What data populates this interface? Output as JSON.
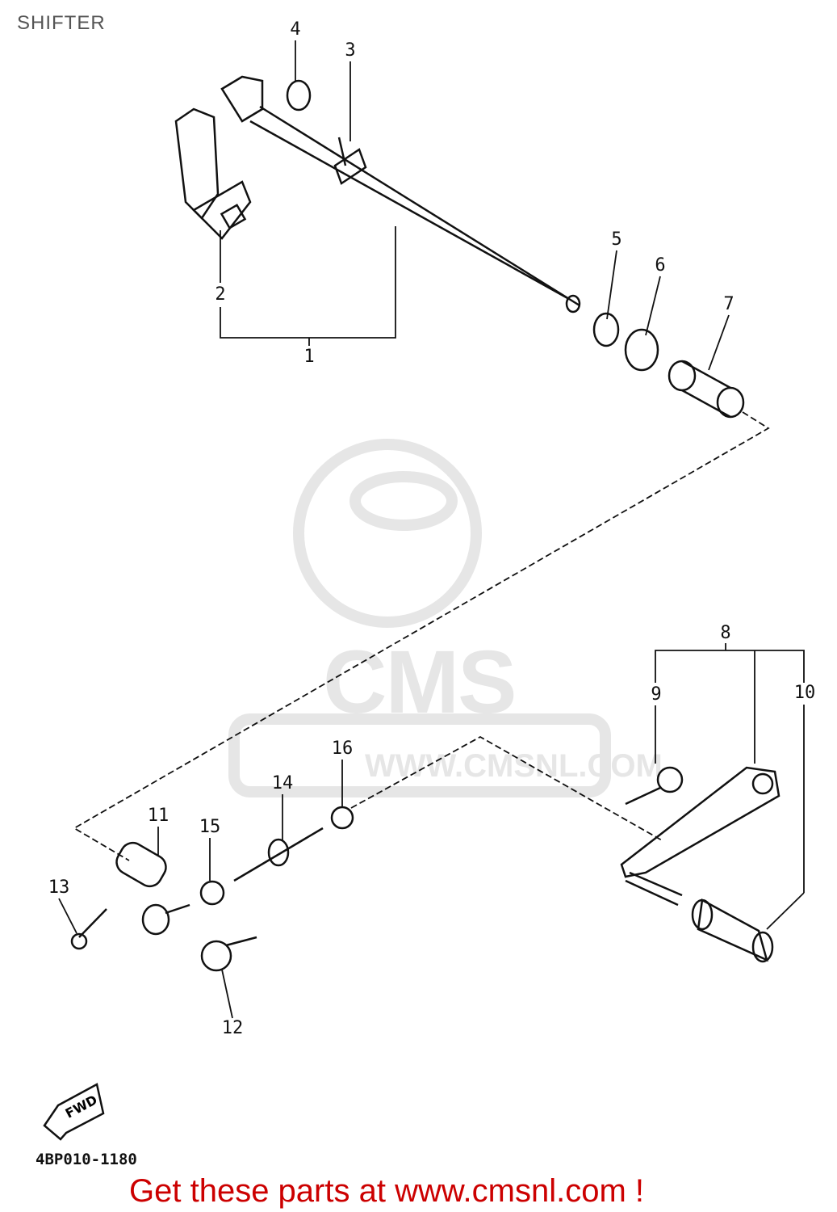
{
  "title": "SHIFTER",
  "watermark": {
    "logo": "CMS",
    "url": "WWW.CMSNL.COM"
  },
  "callouts": [
    "1",
    "2",
    "3",
    "4",
    "5",
    "6",
    "7",
    "8",
    "9",
    "10",
    "11",
    "12",
    "13",
    "14",
    "15",
    "16"
  ],
  "fwd_label": "FWD",
  "diagram_code": "4BP010-1180",
  "promo": "Get these parts at www.cmsnl.com !"
}
